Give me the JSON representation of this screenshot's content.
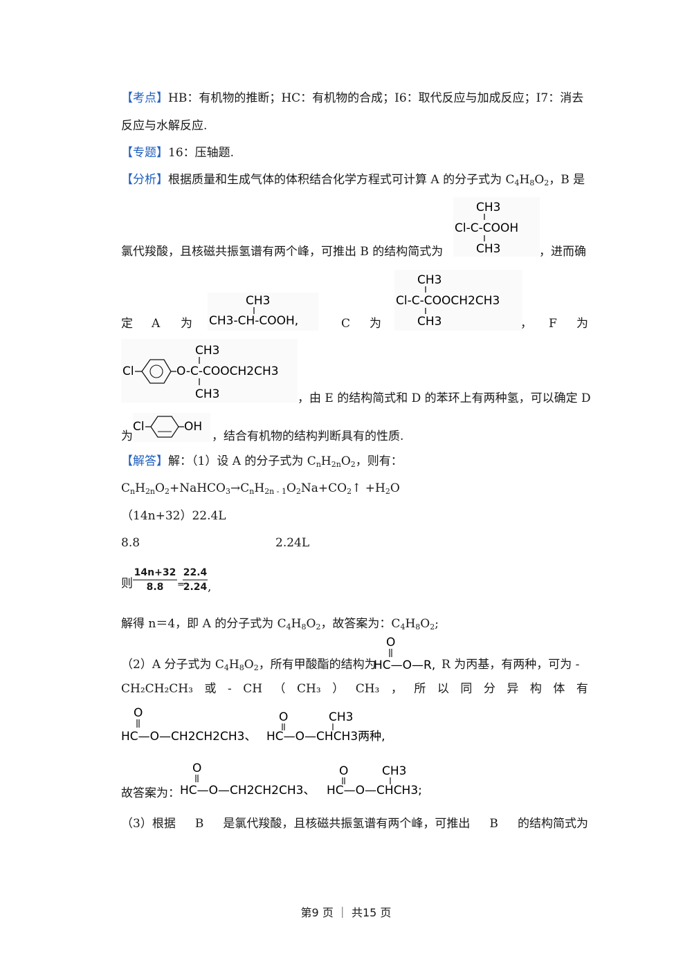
{
  "kaodian": {
    "tag": "【考点】",
    "text1": "HB：有机物的推断；HC：有机物的合成；I6：取代反应与加成反应；I7：消去",
    "text2": "反应与水解反应."
  },
  "zhuanti": {
    "tag": "【专题】",
    "text": "16：压轴题."
  },
  "fenxi": {
    "tag": "【分析】",
    "text1a": "根据质量和生成气体的体积结合化学方程式可计算 A 的分子式为 C",
    "sub_4": "4",
    "H": "H",
    "sub_8": "8",
    "O": "O",
    "sub_2": "2",
    "text1b": "，B 是",
    "text2": "氯代羧酸，且核磁共振氢谱有两个峰，可推出 B 的结构简式为",
    "text2b": "，进而确",
    "text3_words": [
      "定",
      "A",
      "为"
    ],
    "text3_c": [
      "C",
      "为"
    ],
    "text3_f": [
      "，",
      "F",
      "为"
    ],
    "text4": "，由 E 的结构简式和 D 的苯环上有两种氢，可以确定 D",
    "text5a": "为",
    "text5b": "，结合有机物的结构判断具有的性质."
  },
  "structures": {
    "ch3": "CH3",
    "b_main": "Cl-C-COOH",
    "a_main": "CH3-CH-COOH,",
    "c_main": "Cl-C-COOCH2CH3",
    "f_left": "Cl",
    "f_right": "O-C-COOCH2CH3",
    "d_left": "Cl",
    "d_right": "OH",
    "o": "O",
    "formate_main": "HC—O—R,",
    "ester1_main": "HC—O—CH2CH2CH3、",
    "ester2_main": "HC—O—CHCH3两种,",
    "ester3_main": "HC—O—CH2CH2CH3、",
    "ester4_main": "HC—O—CHCH3;"
  },
  "jieda": {
    "tag": "【解答】",
    "text1": "解：（1）设 A 的分子式为 C",
    "sub_n": "n",
    "sub_2n": "2n",
    "text1b": "O",
    "text1c": "，则有：",
    "eq_c": "C",
    "eq_h": "H",
    "eq_o2": "O",
    "eq_mid": "+NaHCO",
    "eq_sub3": "3",
    "eq_arrow": "→C",
    "eq_sub2n1": "2n - 1",
    "eq_o2na": "O",
    "eq_tail": "Na+CO",
    "eq_end": "↑ +H",
    "eq_water": "O",
    "row_a1": "（14n+32）22.4L",
    "row_b1": "8.8",
    "row_b2": "2.24L",
    "ze": "则",
    "frac1_num": "14n+32",
    "frac1_den": "8.8",
    "frac_eq": "=",
    "frac2_num": "22.4",
    "frac2_den": "2.24",
    "frac_comma": ",",
    "jiede": "解得 n＝4，即 A 的分子式为 C",
    "jiede_b": "，故答案为：C",
    "jiede_end": ";",
    "p2_a": "（2）A 分子式为 C",
    "p2_b": "，所有甲酸酯的结构为",
    "p2_c": "R 为丙基，有两种，可为 -",
    "p2_line2": [
      "CH₂CH₂CH₃",
      "或",
      "-",
      "CH",
      "（",
      "CH₃",
      "）",
      "CH₃",
      "，",
      "所",
      "以",
      "同",
      "分",
      "异",
      "构",
      "体",
      "有"
    ],
    "guda": "故答案为：",
    "p3": [
      "（3）根据",
      "B",
      "是氯代羧酸，且核磁共振氢谱有两个峰，可推出",
      "B",
      "的结构简式为"
    ]
  },
  "footer": "第9 页 ｜ 共15 页"
}
